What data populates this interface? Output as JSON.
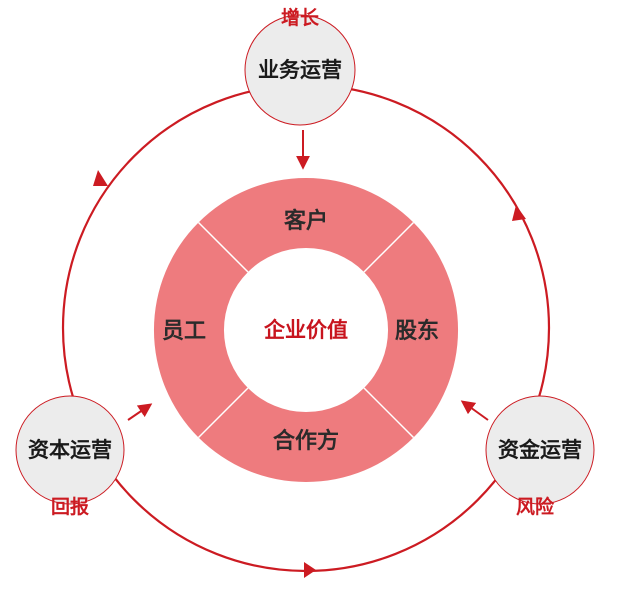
{
  "colors": {
    "ring": "#ee7b7e",
    "ring_divider": "#ffffff",
    "cycle": "#cc1b22",
    "node_fill": "#ececec",
    "tag_text": "#cc1b22",
    "center_text": "#c8141e"
  },
  "center": {
    "label": "企业价值"
  },
  "ring_segments": {
    "top": "客户",
    "right": "股东",
    "bottom": "合作方",
    "left": "员工"
  },
  "nodes": {
    "business_ops": {
      "label": "业务运营",
      "tag": "增长"
    },
    "capital_ops": {
      "label": "资本运营",
      "tag": "回报"
    },
    "fund_ops": {
      "label": "资金运营",
      "tag": "风险"
    }
  }
}
